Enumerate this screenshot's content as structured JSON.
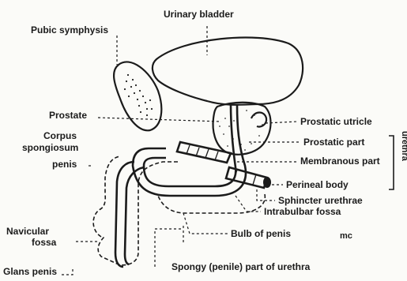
{
  "labels": {
    "urinary_bladder": "Urinary bladder",
    "pubic_symphysis": "Pubic symphysis",
    "prostate": "Prostate",
    "corpus_spongiosum_line1": "Corpus",
    "corpus_spongiosum_line2": "spongiosum",
    "corpus_spongiosum_line3": "penis",
    "prostatic_utricle": "Prostatic utricle",
    "prostatic_part": "Prostatic part",
    "membranous_part": "Membranous part",
    "urethra": "urethra",
    "perineal_body": "Perineal body",
    "sphincter_urethrae": "Sphincter urethrae",
    "intrabulbar_fossa": "Intrabulbar fossa",
    "bulb_of_penis": "Bulb of penis",
    "navicular_fossa_line1": "Navicular",
    "navicular_fossa_line2": "fossa",
    "glans_penis": "Glans penis",
    "spongy_part": "Spongy (penile) part of urethra",
    "signature": "mc"
  }
}
